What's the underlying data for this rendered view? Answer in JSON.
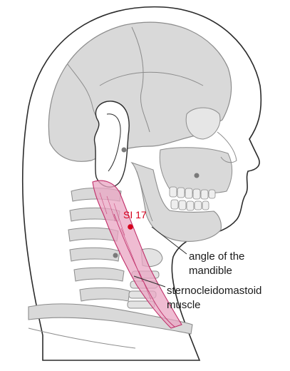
{
  "figure": {
    "point_label": "SI 17",
    "labels": {
      "angle_line1": "angle of the",
      "angle_line2": "mandible",
      "scm_line1": "sternocleidomastoid",
      "scm_line2": "muscle"
    }
  },
  "colors": {
    "outline": "#2b2b2b",
    "bone_fill": "#d9d9d9",
    "bone_line": "#8c8c8c",
    "muscle_fill": "#e9a6c3",
    "muscle_line": "#c0306a",
    "point": "#d6001c",
    "landmark_dot": "#7a7a7a"
  }
}
